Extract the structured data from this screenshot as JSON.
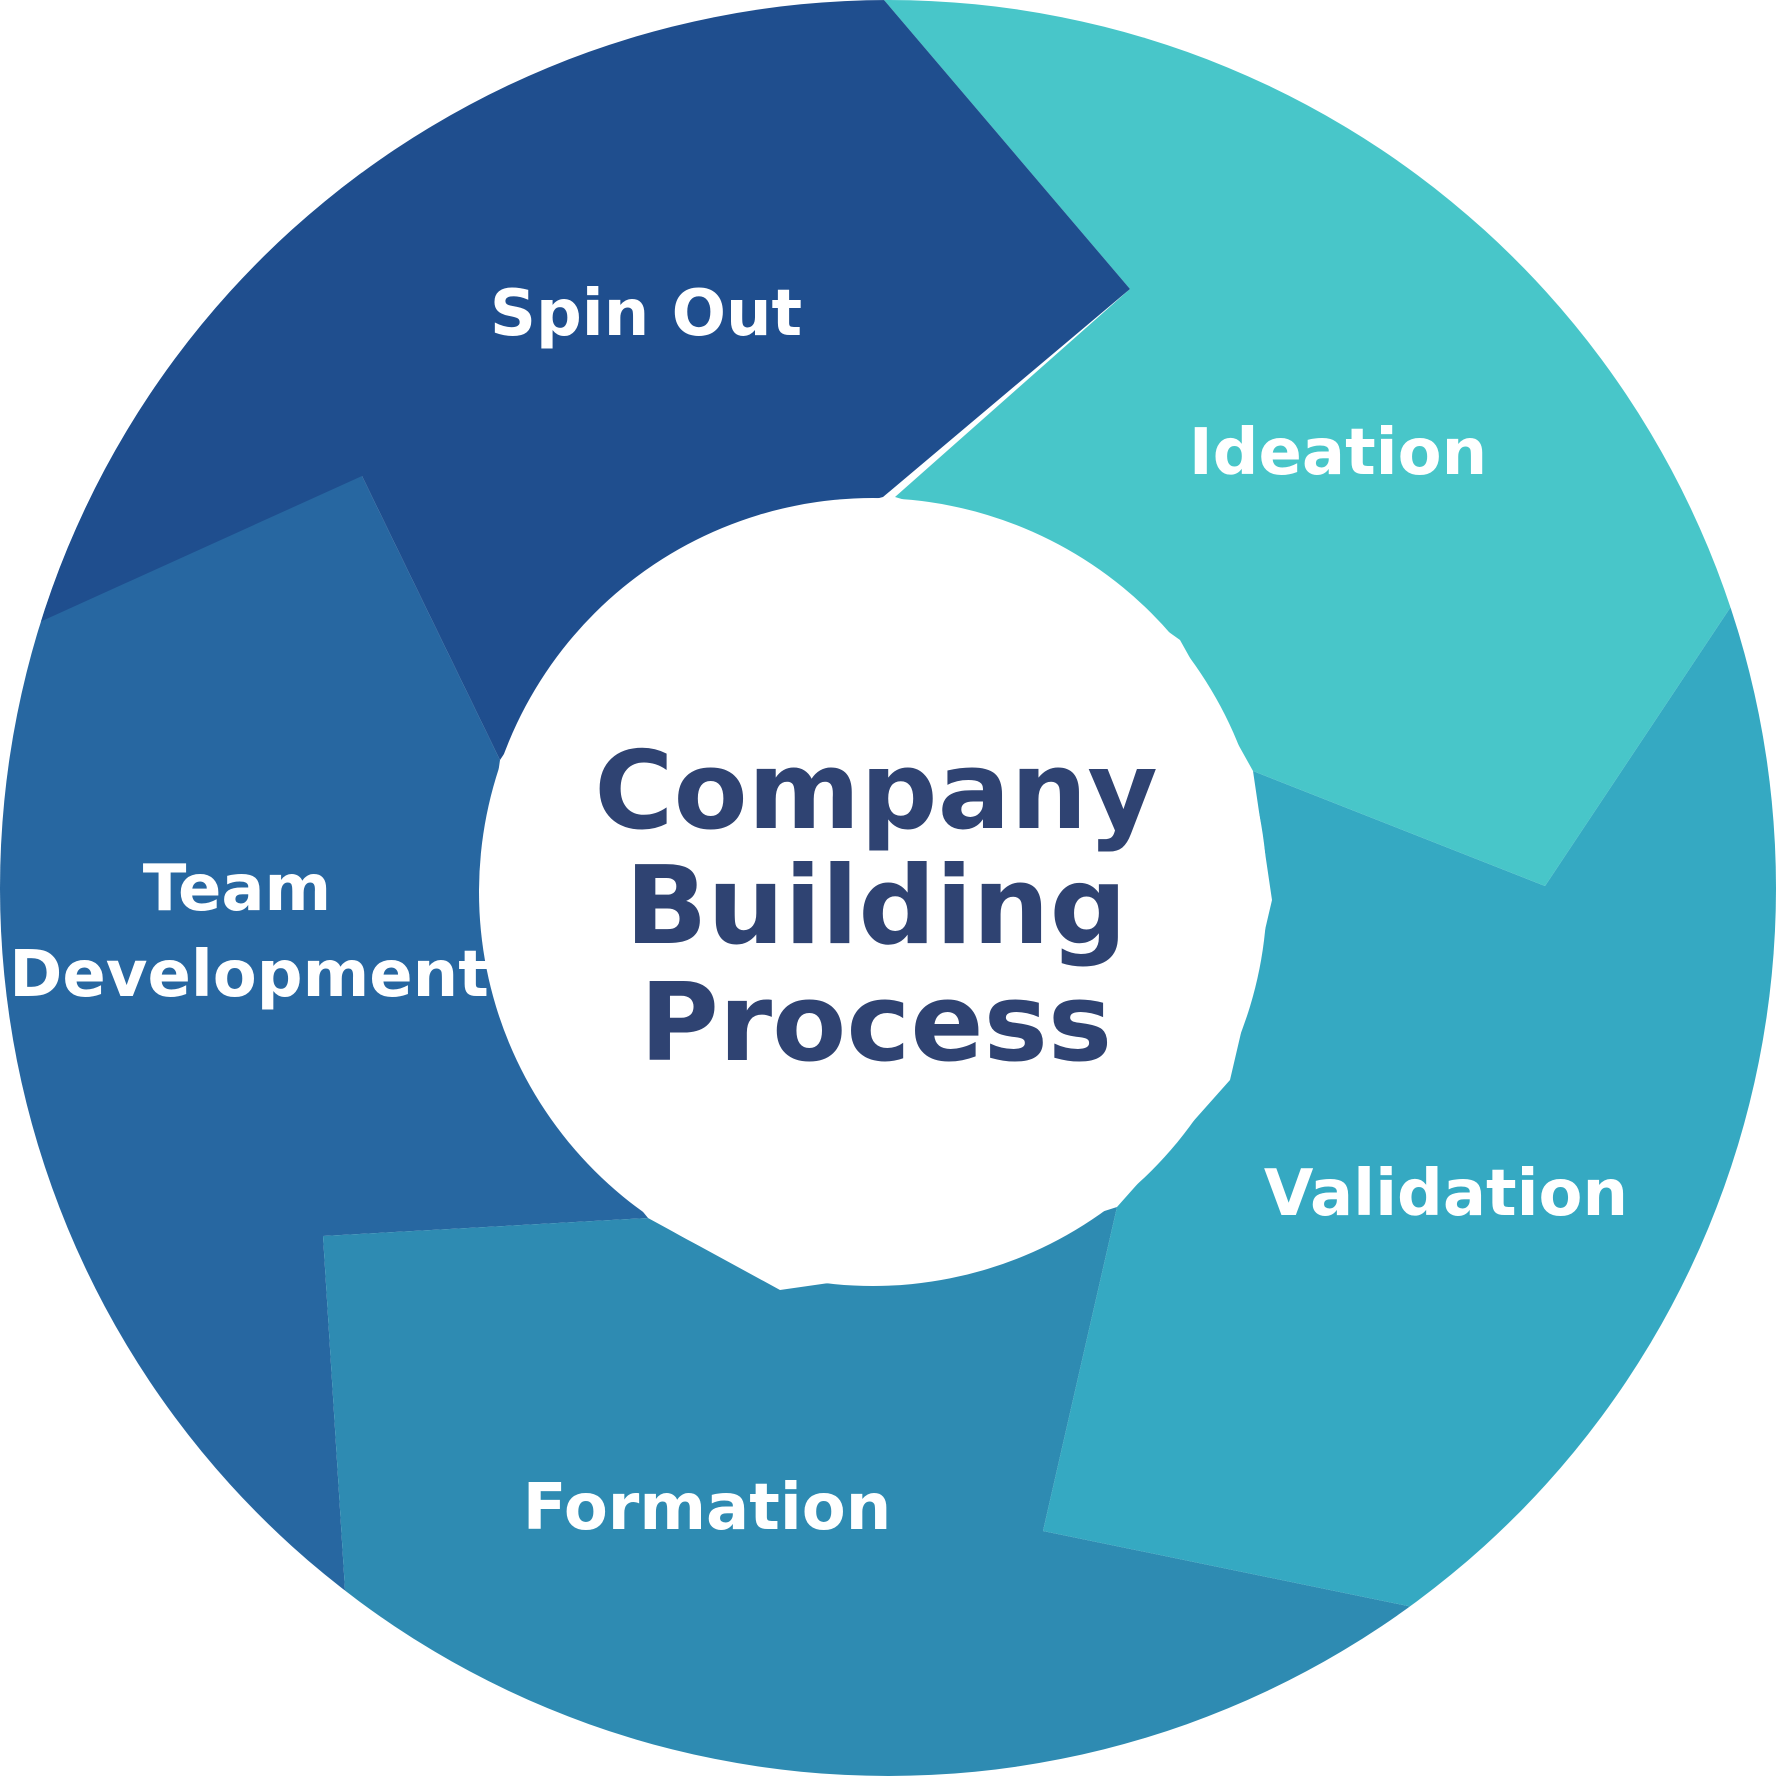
{
  "diagram": {
    "center": {
      "lines": [
        "Company",
        "Building",
        "Process"
      ]
    },
    "segments": [
      {
        "id": "spin-out",
        "lines": [
          "Spin Out"
        ],
        "color": "#1f4e8e"
      },
      {
        "id": "ideation",
        "lines": [
          "Ideation"
        ],
        "color": "#48c6c9"
      },
      {
        "id": "validation",
        "lines": [
          "Validation"
        ],
        "color": "#35a9c2"
      },
      {
        "id": "formation",
        "lines": [
          "Formation"
        ],
        "color": "#2e8bb2"
      },
      {
        "id": "team-development",
        "lines": [
          "Team",
          "Development"
        ],
        "color": "#2767a1"
      }
    ],
    "center_text_color": "#2f4372",
    "label_color": "#ffffff"
  }
}
